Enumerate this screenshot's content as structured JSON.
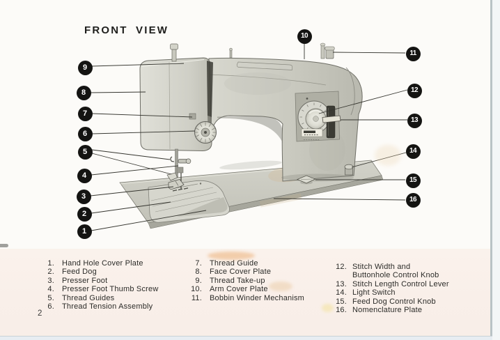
{
  "title": "FRONT VIEW",
  "page_number": "2",
  "callouts": [
    "1",
    "2",
    "3",
    "4",
    "5",
    "6",
    "7",
    "8",
    "9",
    "10",
    "11",
    "12",
    "13",
    "14",
    "15",
    "16"
  ],
  "legend": {
    "col1": [
      {
        "n": "1.",
        "label": "Hand Hole Cover Plate"
      },
      {
        "n": "2.",
        "label": "Feed Dog"
      },
      {
        "n": "3.",
        "label": "Presser Foot"
      },
      {
        "n": "4.",
        "label": "Presser Foot Thumb Screw"
      },
      {
        "n": "5.",
        "label": "Thread Guides"
      },
      {
        "n": "6.",
        "label": "Thread Tension Assembly"
      }
    ],
    "col2": [
      {
        "n": "7.",
        "label": "Thread Guide"
      },
      {
        "n": "8.",
        "label": "Face Cover Plate"
      },
      {
        "n": "9.",
        "label": "Thread Take-up"
      },
      {
        "n": "10.",
        "label": "Arm Cover Plate"
      },
      {
        "n": "11.",
        "label": "Bobbin Winder Mechanism"
      }
    ],
    "col3": [
      {
        "n": "12.",
        "label": "Stitch Width and"
      },
      {
        "n": "",
        "label": "Buttonhole Control Knob"
      },
      {
        "n": "13.",
        "label": "Stitch Length Control Lever"
      },
      {
        "n": "14.",
        "label": "Light Switch"
      },
      {
        "n": "15.",
        "label": "Feed Dog Control Knob"
      },
      {
        "n": "16.",
        "label": "Nomenclature Plate"
      }
    ]
  },
  "colors": {
    "paper": "#fcfbf8",
    "legend_band": "#f9f0e9",
    "callout_circle": "#141412",
    "machine_gray": "#c9c9bf",
    "scan_edge_line": "#b9c3c6",
    "scan_right_margin": "#f3f6f7",
    "scan_bottom_strip": "#e7edf2"
  }
}
